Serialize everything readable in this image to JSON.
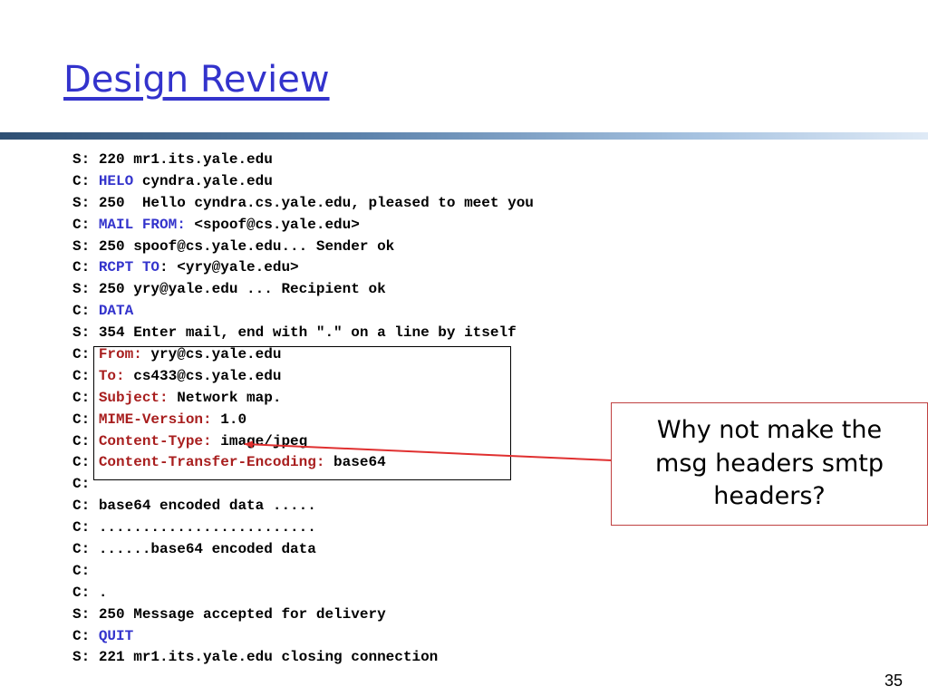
{
  "slide": {
    "title": "Design Review",
    "page_number": "35"
  },
  "callout": {
    "text": "Why not make the msg headers smtp headers?"
  },
  "colors": {
    "command": "#3333cc",
    "header": "#a81e1e",
    "callout_border": "#c04040",
    "arrow": "#e03030"
  },
  "log": [
    {
      "p": "S: ",
      "k": "",
      "kc": "",
      "r": "220 mr1.its.yale.edu"
    },
    {
      "p": "C: ",
      "k": "HELO",
      "kc": "blue",
      "r": " cyndra.yale.edu"
    },
    {
      "p": "S: ",
      "k": "",
      "kc": "",
      "r": "250  Hello cyndra.cs.yale.edu, pleased to meet you"
    },
    {
      "p": "C: ",
      "k": "MAIL FROM:",
      "kc": "blue",
      "r": " <spoof@cs.yale.edu>"
    },
    {
      "p": "S: ",
      "k": "",
      "kc": "",
      "r": "250 spoof@cs.yale.edu... Sender ok"
    },
    {
      "p": "C: ",
      "k": "RCPT TO",
      "kc": "blue",
      "r": ": <yry@yale.edu>"
    },
    {
      "p": "S: ",
      "k": "",
      "kc": "",
      "r": "250 yry@yale.edu ... Recipient ok"
    },
    {
      "p": "C: ",
      "k": "DATA",
      "kc": "blue",
      "r": ""
    },
    {
      "p": "S: ",
      "k": "",
      "kc": "",
      "r": "354 Enter mail, end with \".\" on a line by itself"
    },
    {
      "p": "C: ",
      "k": "From:",
      "kc": "red",
      "r": " yry@cs.yale.edu"
    },
    {
      "p": "C: ",
      "k": "To:",
      "kc": "red",
      "r": " cs433@cs.yale.edu"
    },
    {
      "p": "C: ",
      "k": "Subject:",
      "kc": "red",
      "r": " Network map."
    },
    {
      "p": "C: ",
      "k": "MIME-Version:",
      "kc": "red",
      "r": " 1.0"
    },
    {
      "p": "C: ",
      "k": "Content-Type:",
      "kc": "red",
      "r": " image/jpeg"
    },
    {
      "p": "C: ",
      "k": "Content-Transfer-Encoding:",
      "kc": "red",
      "r": " base64"
    },
    {
      "p": "C:",
      "k": "",
      "kc": "",
      "r": ""
    },
    {
      "p": "C: ",
      "k": "",
      "kc": "",
      "r": "base64 encoded data ....."
    },
    {
      "p": "C: ",
      "k": "",
      "kc": "",
      "r": "........................."
    },
    {
      "p": "C: ",
      "k": "",
      "kc": "",
      "r": "......base64 encoded data"
    },
    {
      "p": "C:",
      "k": "",
      "kc": "",
      "r": ""
    },
    {
      "p": "C: ",
      "k": "",
      "kc": "",
      "r": "."
    },
    {
      "p": "S: ",
      "k": "",
      "kc": "",
      "r": "250 Message accepted for delivery"
    },
    {
      "p": "C: ",
      "k": "QUIT",
      "kc": "blue",
      "r": ""
    },
    {
      "p": "S: ",
      "k": "",
      "kc": "",
      "r": "221 mr1.its.yale.edu closing connection"
    }
  ]
}
